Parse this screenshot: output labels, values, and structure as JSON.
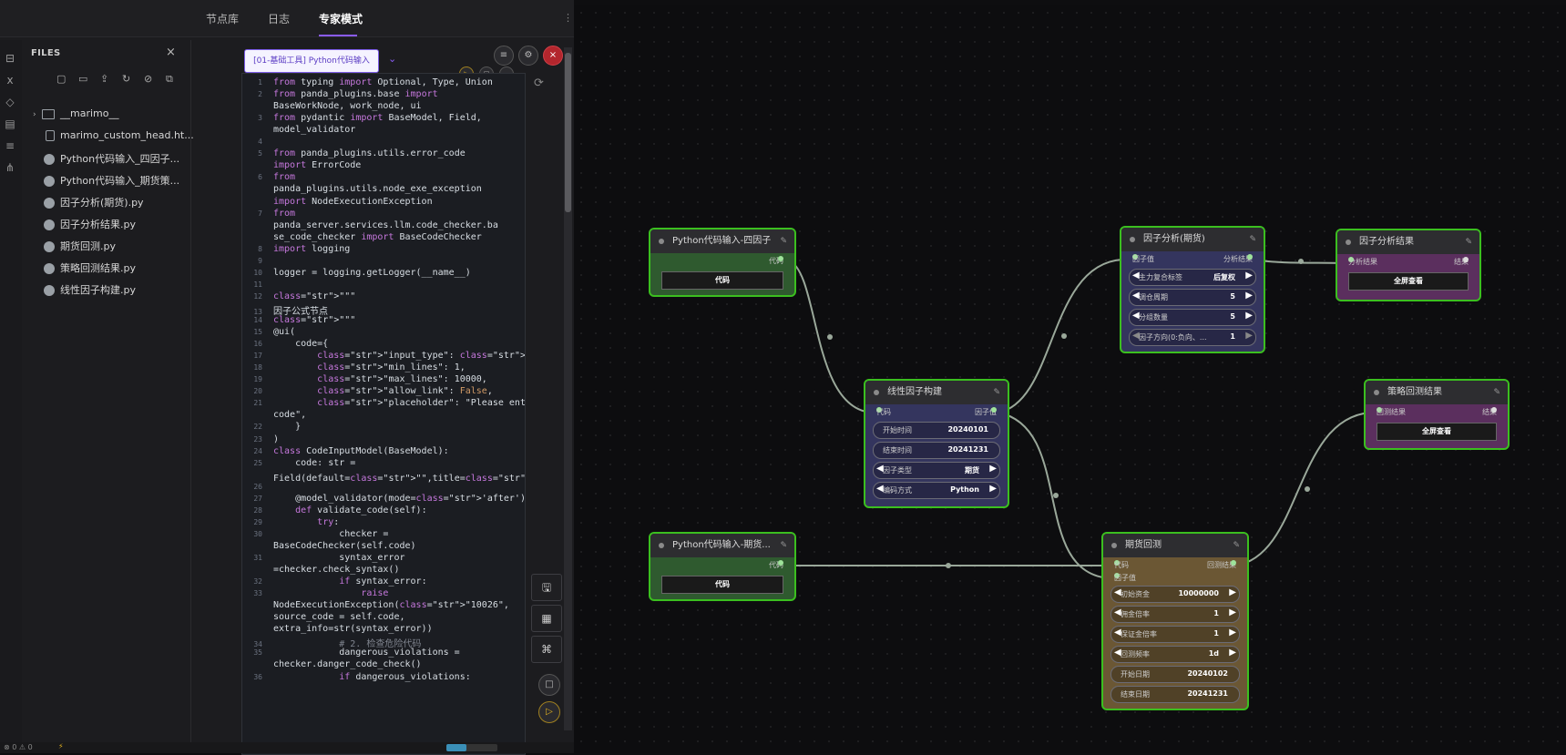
{
  "top_tabs": [
    "节点库",
    "日志",
    "专家模式"
  ],
  "files": {
    "title": "FILES",
    "items": [
      {
        "name": "__marimo__",
        "type": "folder"
      },
      {
        "name": "marimo_custom_head.ht...",
        "type": "doc"
      },
      {
        "name": "Python代码输入_四因子...",
        "type": "py"
      },
      {
        "name": "Python代码输入_期货策...",
        "type": "py"
      },
      {
        "name": "因子分析(期货).py",
        "type": "py"
      },
      {
        "name": "因子分析结果.py",
        "type": "py"
      },
      {
        "name": "期货回测.py",
        "type": "py"
      },
      {
        "name": "策略回测结果.py",
        "type": "py"
      },
      {
        "name": "线性因子构建.py",
        "type": "py"
      }
    ]
  },
  "editor": {
    "node_tag": "[01-基础工具] Python代码输入",
    "lines": [
      {
        "n": "1",
        "t": "from typing import Optional, Type, Union"
      },
      {
        "n": "2",
        "t": "from panda_plugins.base import"
      },
      {
        "n": "",
        "t": "BaseWorkNode, work_node, ui"
      },
      {
        "n": "3",
        "t": "from pydantic import BaseModel, Field,"
      },
      {
        "n": "",
        "t": "model_validator"
      },
      {
        "n": "4",
        "t": ""
      },
      {
        "n": "5",
        "t": "from panda_plugins.utils.error_code"
      },
      {
        "n": "",
        "t": "import ErrorCode"
      },
      {
        "n": "6",
        "t": "from"
      },
      {
        "n": "",
        "t": "panda_plugins.utils.node_exe_exception"
      },
      {
        "n": "",
        "t": "import NodeExecutionException"
      },
      {
        "n": "7",
        "t": "from"
      },
      {
        "n": "",
        "t": "panda_server.services.llm.code_checker.ba"
      },
      {
        "n": "",
        "t": "se_code_checker import BaseCodeChecker"
      },
      {
        "n": "8",
        "t": "import logging"
      },
      {
        "n": "9",
        "t": ""
      },
      {
        "n": "10",
        "t": "logger = logging.getLogger(__name__)"
      },
      {
        "n": "11",
        "t": ""
      },
      {
        "n": "12",
        "t": "\"\"\""
      },
      {
        "n": "13",
        "t": "因子公式节点"
      },
      {
        "n": "14",
        "t": "\"\"\""
      },
      {
        "n": "15",
        "t": "@ui("
      },
      {
        "n": "16",
        "t": "    code={"
      },
      {
        "n": "17",
        "t": "        \"input_type\": \"text_field\","
      },
      {
        "n": "18",
        "t": "        \"min_lines\": 1,"
      },
      {
        "n": "19",
        "t": "        \"max_lines\": 10000,"
      },
      {
        "n": "20",
        "t": "        \"allow_link\": False,"
      },
      {
        "n": "21",
        "t": "        \"placeholder\": \"Please enter"
      },
      {
        "n": "",
        "t": "code\","
      },
      {
        "n": "22",
        "t": "    }"
      },
      {
        "n": "23",
        "t": ")"
      },
      {
        "n": "24",
        "t": "class CodeInputModel(BaseModel):"
      },
      {
        "n": "25",
        "t": "    code: str ="
      },
      {
        "n": "",
        "t": "Field(default=\"\",title=\"代码\",)"
      },
      {
        "n": "26",
        "t": ""
      },
      {
        "n": "27",
        "t": "    @model_validator(mode='after')"
      },
      {
        "n": "28",
        "t": "    def validate_code(self):"
      },
      {
        "n": "29",
        "t": "        try:"
      },
      {
        "n": "30",
        "t": "            checker ="
      },
      {
        "n": "",
        "t": "BaseCodeChecker(self.code)"
      },
      {
        "n": "31",
        "t": "            syntax_error"
      },
      {
        "n": "",
        "t": "=checker.check_syntax()"
      },
      {
        "n": "32",
        "t": "            if syntax_error:"
      },
      {
        "n": "33",
        "t": "                raise"
      },
      {
        "n": "",
        "t": "NodeExecutionException(\"10026\","
      },
      {
        "n": "",
        "t": "source_code = self.code,"
      },
      {
        "n": "",
        "t": "extra_info=str(syntax_error))"
      },
      {
        "n": "34",
        "t": "            # 2. 检查危险代码"
      },
      {
        "n": "35",
        "t": "            dangerous_violations ="
      },
      {
        "n": "",
        "t": "checker.danger_code_check()"
      },
      {
        "n": "36",
        "t": "            if dangerous_violations:"
      }
    ]
  },
  "status": {
    "left": "⊗ 0 ⚠ 0",
    "bolt": "⚡"
  },
  "nodes": {
    "py_four": {
      "title": "Python代码输入-四因子",
      "out": "代码",
      "btn": "代码"
    },
    "py_futures": {
      "title": "Python代码输入-期货...",
      "out": "代码",
      "btn": "代码"
    },
    "linear": {
      "title": "线性因子构建",
      "in": "代码",
      "out": "因子值",
      "fields": [
        {
          "k": "开始时间",
          "v": "20240101"
        },
        {
          "k": "结束时间",
          "v": "20241231"
        },
        {
          "k": "因子类型",
          "v": "期货"
        },
        {
          "k": "编码方式",
          "v": "Python"
        }
      ]
    },
    "factor_analysis": {
      "title": "因子分析(期货)",
      "in": "因子值",
      "out": "分析结果",
      "fields": [
        {
          "k": "主力复合标签",
          "v": "后复权"
        },
        {
          "k": "调仓周期",
          "v": "5"
        },
        {
          "k": "分组数量",
          "v": "5"
        },
        {
          "k": "因子方向(0:负向、...",
          "v": "1"
        }
      ]
    },
    "factor_result": {
      "title": "因子分析结果",
      "in": "分析结果",
      "out": "结果",
      "btn": "全屏查看"
    },
    "futures_bt": {
      "title": "期货回测",
      "in1": "代码",
      "in2": "因子值",
      "out": "回测结果",
      "fields": [
        {
          "k": "初始资金",
          "v": "10000000"
        },
        {
          "k": "佣金倍率",
          "v": "1"
        },
        {
          "k": "保证金倍率",
          "v": "1"
        },
        {
          "k": "回测频率",
          "v": "1d"
        },
        {
          "k": "开始日期",
          "v": "20240102"
        },
        {
          "k": "结束日期",
          "v": "20241231"
        }
      ]
    },
    "strategy_result": {
      "title": "策略回测结果",
      "in": "回测结果",
      "out": "结果",
      "btn": "全屏查看"
    }
  },
  "colors": {
    "accent": "#8a5cf6",
    "node_border": "#3bbf1f",
    "wire": "#9aa89a"
  }
}
